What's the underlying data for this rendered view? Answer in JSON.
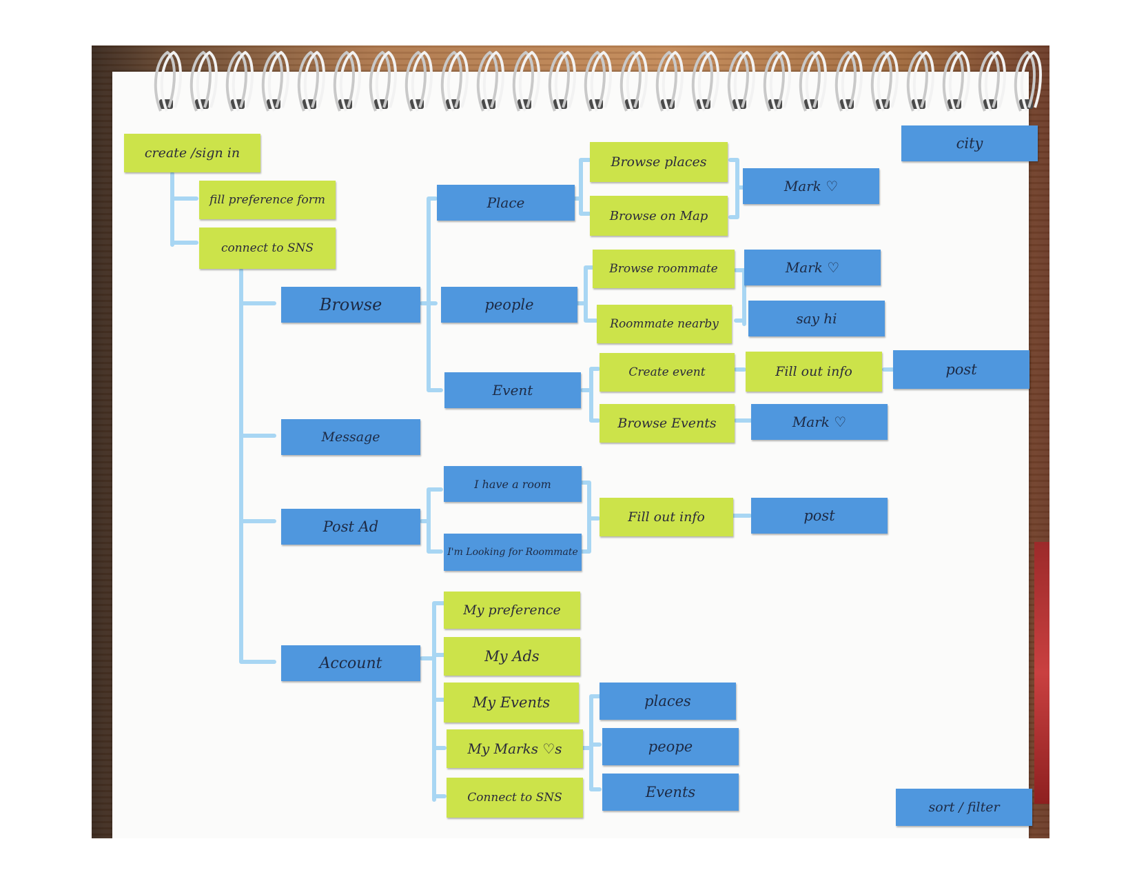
{
  "colors": {
    "green_note": "#cce34a",
    "blue_note": "#4f97de",
    "connector": "#a8d6f3",
    "paper": "#fbfbfa"
  },
  "notes": {
    "create_sign_in": "create /sign in",
    "fill_preference_form": "fill preference form",
    "connect_to_sns": "connect to SNS",
    "browse": "Browse",
    "message": "Message",
    "post_ad": "Post  Ad",
    "account": "Account",
    "place": "Place",
    "people": "people",
    "event": "Event",
    "browse_places": "Browse  places",
    "browse_on_map": "Browse  on  Map",
    "mark_place": "Mark  ♡",
    "browse_roommate": "Browse roommate",
    "roommate_nearby": "Roommate nearby",
    "mark_people": "Mark  ♡",
    "say_hi": "say  hi",
    "create_event": "Create  event",
    "fill_out_info_event": "Fill  out  info",
    "post_event": "post",
    "browse_events": "Browse  Events",
    "mark_event": "Mark  ♡",
    "i_have_a_room": "I have  a  room",
    "im_looking_for_roommate": "I'm  Looking for Roommate",
    "fill_out_info_ad": "Fill  out  info",
    "post_ad_submit": "post",
    "my_preference": "My  preference",
    "my_ads": "My  Ads",
    "my_events": "My  Events",
    "my_marks": "My  Marks ♡s",
    "connect_to_sns_account": "Connect to SNS",
    "places": "places",
    "peope": "peope",
    "events": "Events",
    "city": "city",
    "sort_filter": "sort / filter"
  }
}
